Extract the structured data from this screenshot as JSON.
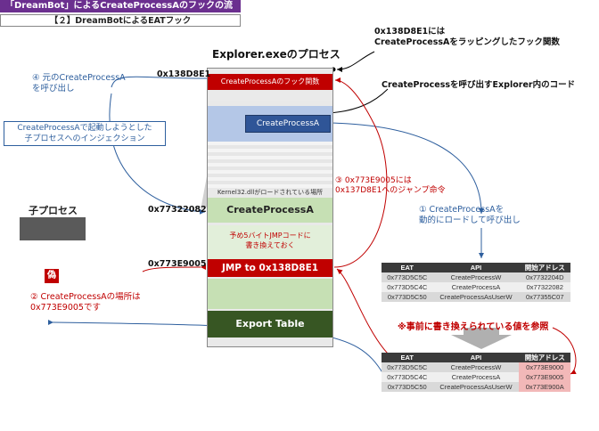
{
  "header": {
    "title": "「DreamBot」によるCreateProcessAのフックの流れ",
    "subtitle": "【２】DreamBotによるEATフック"
  },
  "memory": {
    "title": "Explorer.exeのプロセス",
    "hook_func": "CreateProcessAのフック関数",
    "createprocess_call": "CreateProcessA",
    "kernel32_label": "Kernel32.dllがロードされている場所",
    "createprocess_block": "CreateProcessA",
    "overwrite_note": "予め5バイトJMPコードに\n書き換えておく",
    "jmp_block": "JMP to 0x138D8E1",
    "export_table": "Export Table"
  },
  "addresses": {
    "a1": "0x138D8E1",
    "a2": "0x77322082",
    "a3": "0x773E9005"
  },
  "annotations": {
    "top_right": "0x138D8E1には\nCreateProcessAをラッピングしたフック関数",
    "explorer_code": "CreateProcessを呼び出すExplorer内のコード",
    "step4": "④ 元のCreateProcessA\nを呼び出し",
    "inject": "CreateProcessAで起動しようとした\n子プロセスへのインジェクション",
    "child_process": "子プロセス",
    "step3": "③ 0x773E9005には\n0x137D8E1へのジャンプ命令",
    "step1": "① CreateProcessAを\n動的にロードして呼び出し",
    "fake_badge": "偽",
    "step2": "② CreateProcessAの場所は\n0x773E9005です",
    "ref_note": "※事前に書き換えられている値を参照"
  },
  "eat_table": {
    "headers": [
      "EAT",
      "API",
      "開始アドレス"
    ],
    "rows": [
      [
        "0x773D5C5C",
        "CreateProcessW",
        "0x7732204D"
      ],
      [
        "0x773D5C4C",
        "CreateProcessA",
        "0x77322082"
      ],
      [
        "0x773D5C50",
        "CreateProcessAsUserW",
        "0x77355C07"
      ]
    ]
  },
  "eat_table_hooked": {
    "headers": [
      "EAT",
      "API",
      "開始アドレス"
    ],
    "rows": [
      [
        "0x773D5C5C",
        "CreateProcessW",
        "0x773E9000"
      ],
      [
        "0x773D5C4C",
        "CreateProcessA",
        "0x773E9005"
      ],
      [
        "0x773D5C50",
        "CreateProcessAsUserW",
        "0x773E900A"
      ]
    ]
  },
  "colors": {
    "title_purple": "#6b2f8f",
    "hook_red": "#c00000",
    "green_block": "#c6e0b4",
    "export_green": "#375623",
    "blue_block": "#b4c7e7",
    "call_blue": "#2f5597"
  }
}
